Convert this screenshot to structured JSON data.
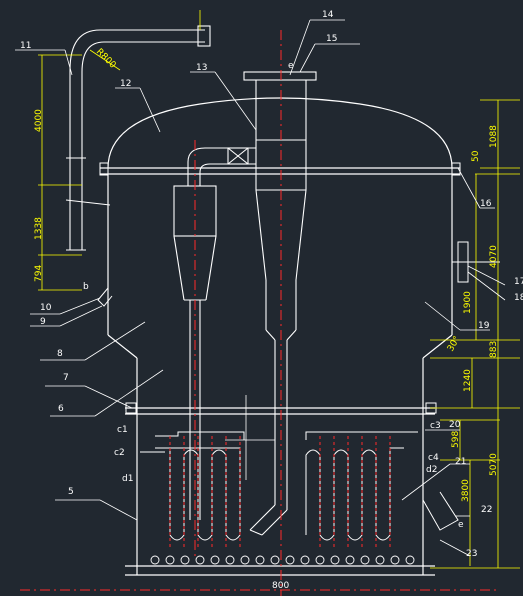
{
  "drawing": {
    "part_labels": [
      "11",
      "14",
      "15",
      "13",
      "12",
      "16",
      "17",
      "18",
      "10",
      "9",
      "19",
      "8",
      "7",
      "6",
      "5",
      "20",
      "21",
      "22",
      "23"
    ],
    "nozzle_labels": [
      "b",
      "c1",
      "c2",
      "d1",
      "c3",
      "c4",
      "d2",
      "e"
    ],
    "dimensions_left": [
      "4000",
      "1338",
      "794"
    ],
    "dimensions_right": [
      "1088",
      "50",
      "4070",
      "1900",
      "883",
      "1240",
      "598",
      "3800",
      "5070"
    ],
    "dimension_pipe": "R800",
    "dimension_bottom": "800",
    "angle_label": "30°"
  },
  "colors": {
    "background": "#212830",
    "line": "#ffffff",
    "dimension": "#ffff00",
    "centerline": "#ff2a2a",
    "leader": "#ffffff"
  }
}
